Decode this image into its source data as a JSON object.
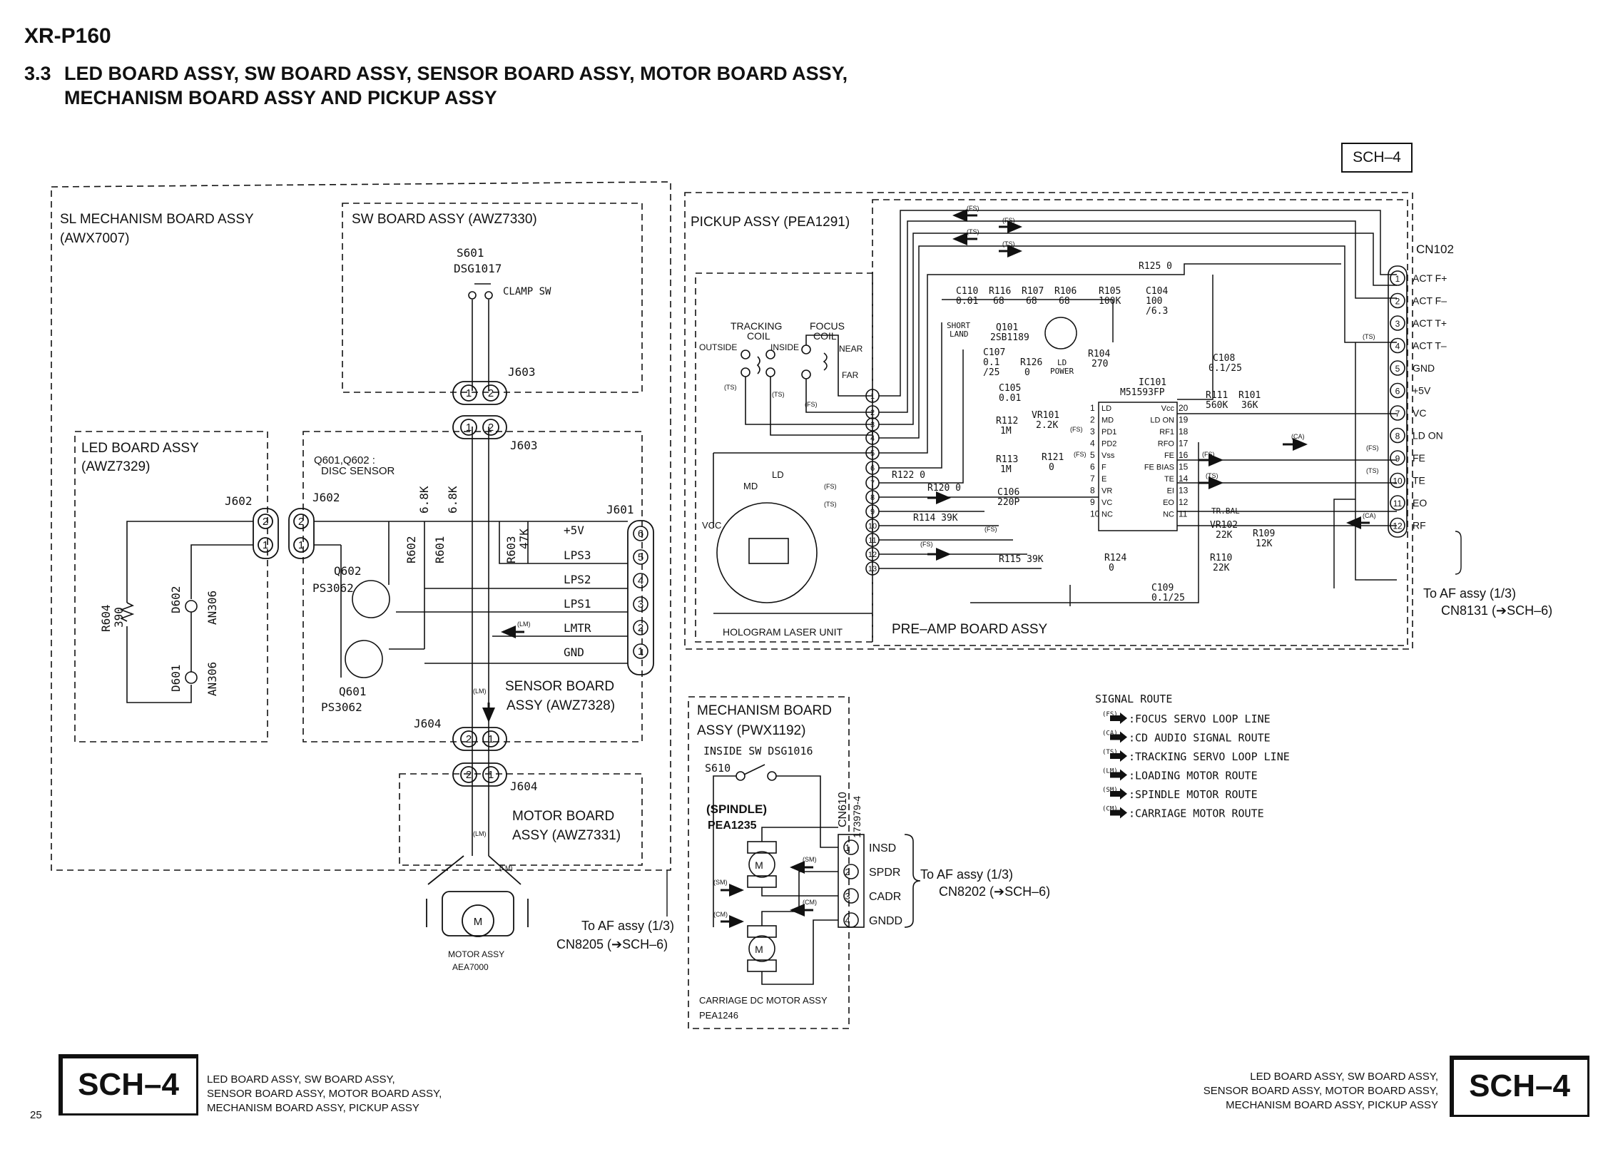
{
  "header": {
    "model": "XR-P160",
    "section_num": "3.3",
    "title_line1": "LED BOARD ASSY, SW BOARD ASSY, SENSOR BOARD ASSY, MOTOR BOARD ASSY,",
    "title_line2": "MECHANISM BOARD ASSY AND PICKUP ASSY",
    "tag": "SCH–4"
  },
  "boards": {
    "sl_mech": "SL MECHANISM BOARD ASSY",
    "sl_mech_part": "(AWX7007)",
    "sw": "SW BOARD ASSY (AWZ7330)",
    "led": "LED BOARD ASSY",
    "led_part": "(AWZ7329)",
    "sensor": "SENSOR BOARD",
    "sensor_part": "ASSY (AWZ7328)",
    "motor": "MOTOR BOARD",
    "motor_part": "ASSY (AWZ7331)",
    "pickup": "PICKUP ASSY (PEA1291)",
    "preamp": "PRE–AMP BOARD ASSY",
    "hologram": "HOLOGRAM LASER UNIT",
    "mech": "MECHANISM BOARD",
    "mech_part": "ASSY (PWX1192)"
  },
  "labels": {
    "s601": "S601",
    "dsg1017": "DSG1017",
    "clamp": "CLAMP SW",
    "j603": "J603",
    "j602": "J602",
    "j601": "J601",
    "j604": "J604",
    "q601_602": "Q601,Q602 :",
    "disc_sensor": "DISC SENSOR",
    "q602": "Q602",
    "q601": "Q601",
    "ps3062": "PS3062",
    "r602": "R602",
    "r601": "R601",
    "r603": "R603",
    "v68k": "6.8K",
    "v47k": "47K",
    "r604": "R604",
    "v390": "390",
    "d602": "D602",
    "d601": "D601",
    "an306": "AN306",
    "plus5v": "+5V",
    "lps3": "LPS3",
    "lps2": "LPS2",
    "lps1": "LPS1",
    "lmtr": "LMTR",
    "gnd": "GND",
    "motor_assy": "MOTOR ASSY",
    "aea7000": "AEA7000",
    "to_af1": "To AF assy (1/3)",
    "cn8205": "CN8205 (➔SCH–6)",
    "inside_sw": "INSIDE SW DSG1016",
    "s610": "S610",
    "spindle": "(SPINDLE)",
    "pea1235": "PEA1235",
    "carriage": "CARRIAGE DC MOTOR ASSY",
    "pea1246": "PEA1246",
    "cn610": "CN610",
    "part173979": "173979-4",
    "insd": "INSD",
    "spdr": "SPDR",
    "cadr": "CADR",
    "gndd": "GNDD",
    "to_af2": "To AF assy (1/3)",
    "cn8202": "CN8202 (➔SCH–6)",
    "tracking_coil": "TRACKING",
    "coil": "COIL",
    "focus_coil": "FOCUS",
    "outside": "OUTSIDE",
    "inside": "INSIDE",
    "near": "NEAR",
    "far": "FAR",
    "ld": "LD",
    "md": "MD",
    "vcc": "VCC",
    "short_land": "SHORT",
    "land": "LAND",
    "q101": "Q101",
    "q101_part": "2SB1189",
    "ic101": "IC101",
    "ic101_part": "M51593FP",
    "cn102": "CN102",
    "to_af3": "To AF assy (1/3)",
    "cn8131": "CN8131 (➔SCH–6)",
    "ld_power": "LD",
    "ld_power2": "POWER",
    "tr_bal": "TR.BAL",
    "fe_bias": "FE BIAS"
  },
  "components": {
    "r125": "R125  0",
    "c110": "C110",
    "c110v": "0.01",
    "r116": "R116",
    "r107": "R107",
    "r106": "R106",
    "v68": "68",
    "r105": "R105",
    "r105v": "100K",
    "c104": "C104",
    "c104v": "100",
    "c104v2": "/6.3",
    "r104": "R104",
    "r104v": "270",
    "c107": "C107",
    "c107v": "0.1",
    "c107v2": "/25",
    "r126": "R126",
    "r126v": "0",
    "c105": "C105",
    "c105v": "0.01",
    "r112": "R112",
    "v1m": "1M",
    "vr101": "VR101",
    "vr101v": "2.2K",
    "r113": "R113",
    "r121": "R121",
    "r121v": "0",
    "c106": "C106",
    "c106v": "220P",
    "r122": "R122  0",
    "r120": "R120  0",
    "r114": "R114  39K",
    "r115": "R115  39K",
    "r124": "R124",
    "r124v": "0",
    "c109": "C109",
    "c109v": "0.1/25",
    "c108": "C108",
    "c108v": "0.1/25",
    "r111": "R111",
    "r111v": "560K",
    "r101": "R101",
    "r101v": "36K",
    "vr102": "VR102",
    "vr102v": "22K",
    "r109": "R109",
    "r109v": "12K",
    "r110": "R110",
    "r110v": "22K"
  },
  "ic_pins_left": [
    "LD",
    "MD",
    "PD1",
    "PD2",
    "Vss",
    "F",
    "E",
    "VR",
    "VC",
    "NC"
  ],
  "ic_pins_right": [
    "Vcc",
    "LD ON",
    "RF1",
    "RFO",
    "FE",
    "FE BIAS",
    "TE",
    "EI",
    "EO",
    "NC"
  ],
  "ic_pin_nums_left": [
    "1",
    "2",
    "3",
    "4",
    "5",
    "6",
    "7",
    "8",
    "9",
    "10"
  ],
  "ic_pin_nums_right": [
    "20",
    "19",
    "18",
    "17",
    "16",
    "15",
    "14",
    "13",
    "12",
    "11"
  ],
  "cn102_pins": [
    "ACT F+",
    "ACT F–",
    "ACT T+",
    "ACT T–",
    "GND",
    "+5V",
    "VC",
    "LD ON",
    "FE",
    "TE",
    "EO",
    "RF"
  ],
  "route_tags": {
    "fs": "(FS)",
    "ts": "(TS)",
    "ca": "(CA)",
    "lm": "(LM)",
    "sm": "(SM)",
    "cm": "(CM)"
  },
  "legend": {
    "title": "SIGNAL ROUTE",
    "items": [
      {
        "tag": "(FS)",
        "text": ":FOCUS SERVO LOOP LINE"
      },
      {
        "tag": "(CA)",
        "text": ":CD AUDIO SIGNAL ROUTE"
      },
      {
        "tag": "(TS)",
        "text": ":TRACKING SERVO LOOP LINE"
      },
      {
        "tag": "(LM)",
        "text": ":LOADING MOTOR ROUTE"
      },
      {
        "tag": "(SM)",
        "text": ":SPINDLE MOTOR ROUTE"
      },
      {
        "tag": "(CM)",
        "text": ":CARRIAGE MOTOR ROUTE"
      }
    ]
  },
  "footer": {
    "page": "25",
    "sch": "SCH–4",
    "desc1": "LED BOARD ASSY, SW BOARD ASSY,",
    "desc2": "SENSOR BOARD ASSY, MOTOR BOARD ASSY,",
    "desc3": "MECHANISM BOARD ASSY, PICKUP ASSY"
  }
}
